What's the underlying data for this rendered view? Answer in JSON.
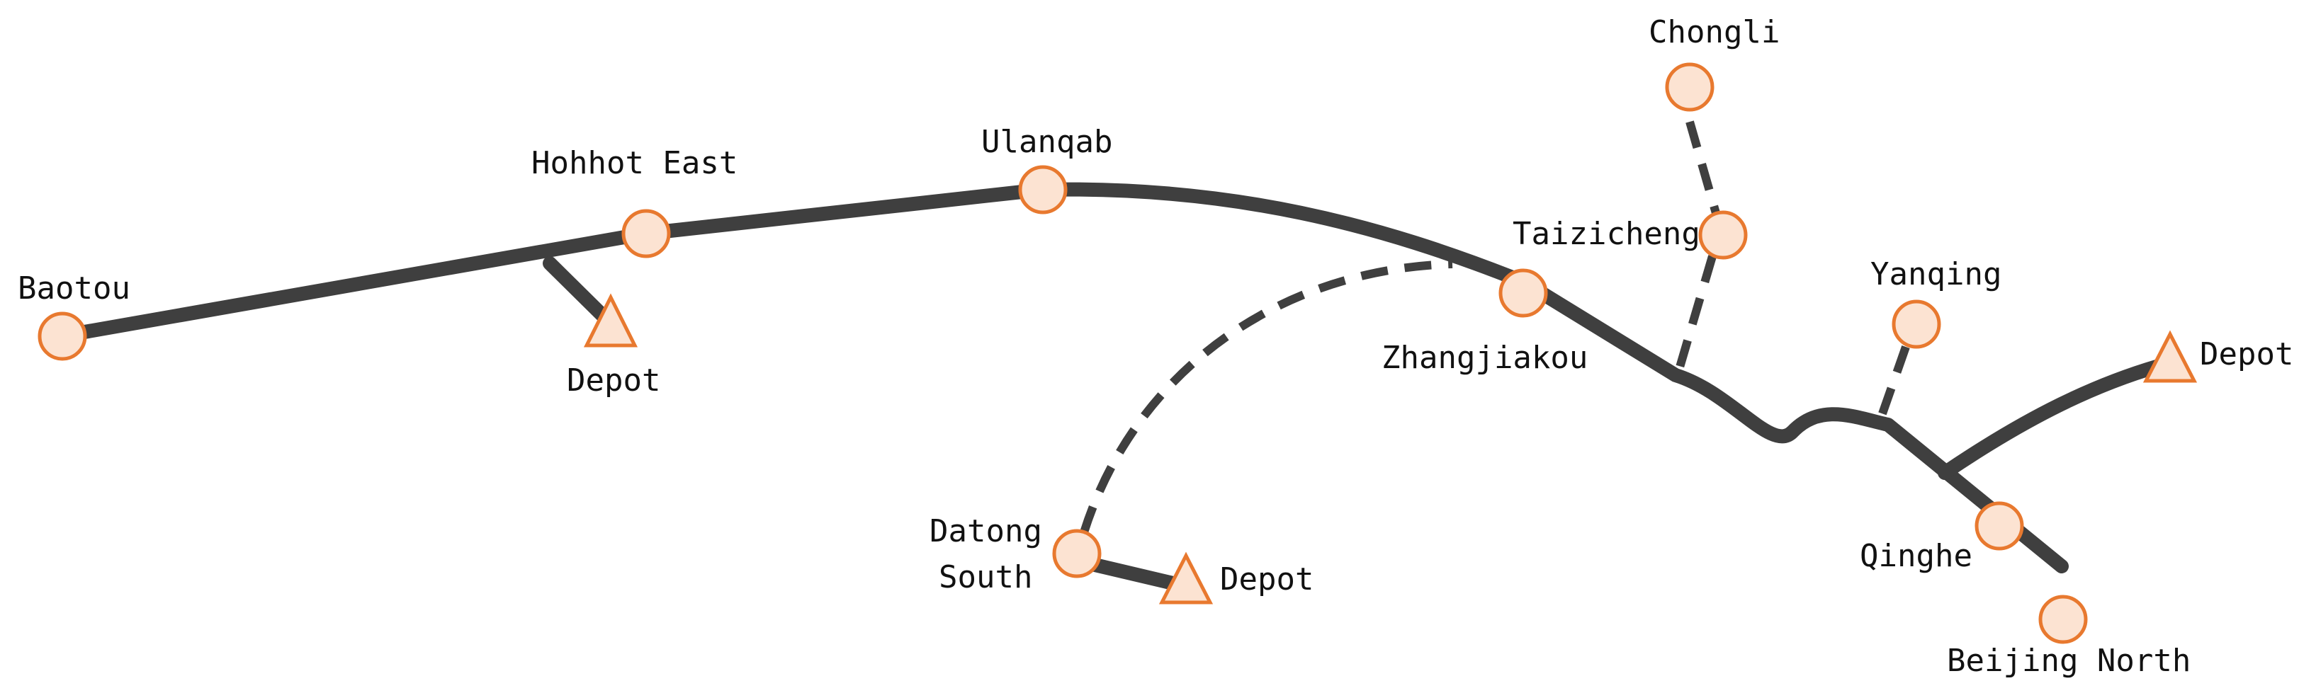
{
  "map": {
    "stations": {
      "baotou": "Baotou",
      "hohhot_east": "Hohhot East",
      "ulanqab": "Ulanqab",
      "chongli": "Chongli",
      "taizicheng": "Taizicheng",
      "zhangjiakou": "Zhangjiakou",
      "yanqing": "Yanqing",
      "datong_south_line1": "Datong",
      "datong_south_line2": "South",
      "qinghe": "Qinghe",
      "beijing_north": "Beijing North"
    },
    "depots": {
      "hohhot": "Depot",
      "datong": "Depot",
      "beijing": "Depot"
    },
    "colors": {
      "track": "#3f3f3f",
      "station_fill": "#fce3d2",
      "station_stroke": "#e8792f"
    }
  }
}
